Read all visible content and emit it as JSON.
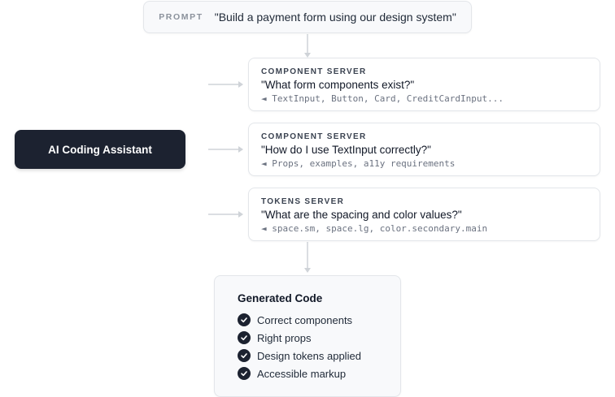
{
  "prompt": {
    "label": "PROMPT",
    "text": "\"Build a payment form using our design system\""
  },
  "assistant": {
    "label": "AI Coding Assistant"
  },
  "servers": [
    {
      "label": "COMPONENT SERVER",
      "question": "\"What form components exist?\"",
      "answer": "◄ TextInput, Button, Card, CreditCardInput..."
    },
    {
      "label": "COMPONENT SERVER",
      "question": "\"How do I use TextInput correctly?\"",
      "answer": "◄ Props, examples, a11y requirements"
    },
    {
      "label": "TOKENS SERVER",
      "question": "\"What are the spacing and color values?\"",
      "answer": "◄ space.sm, space.lg, color.secondary.main"
    }
  ],
  "output": {
    "title": "Generated Code",
    "items": [
      "Correct components",
      "Right props",
      "Design tokens applied",
      "Accessible markup"
    ]
  },
  "colors": {
    "dark": "#1c2230",
    "border": "#e3e6ea",
    "connector": "#cfd3d8"
  }
}
